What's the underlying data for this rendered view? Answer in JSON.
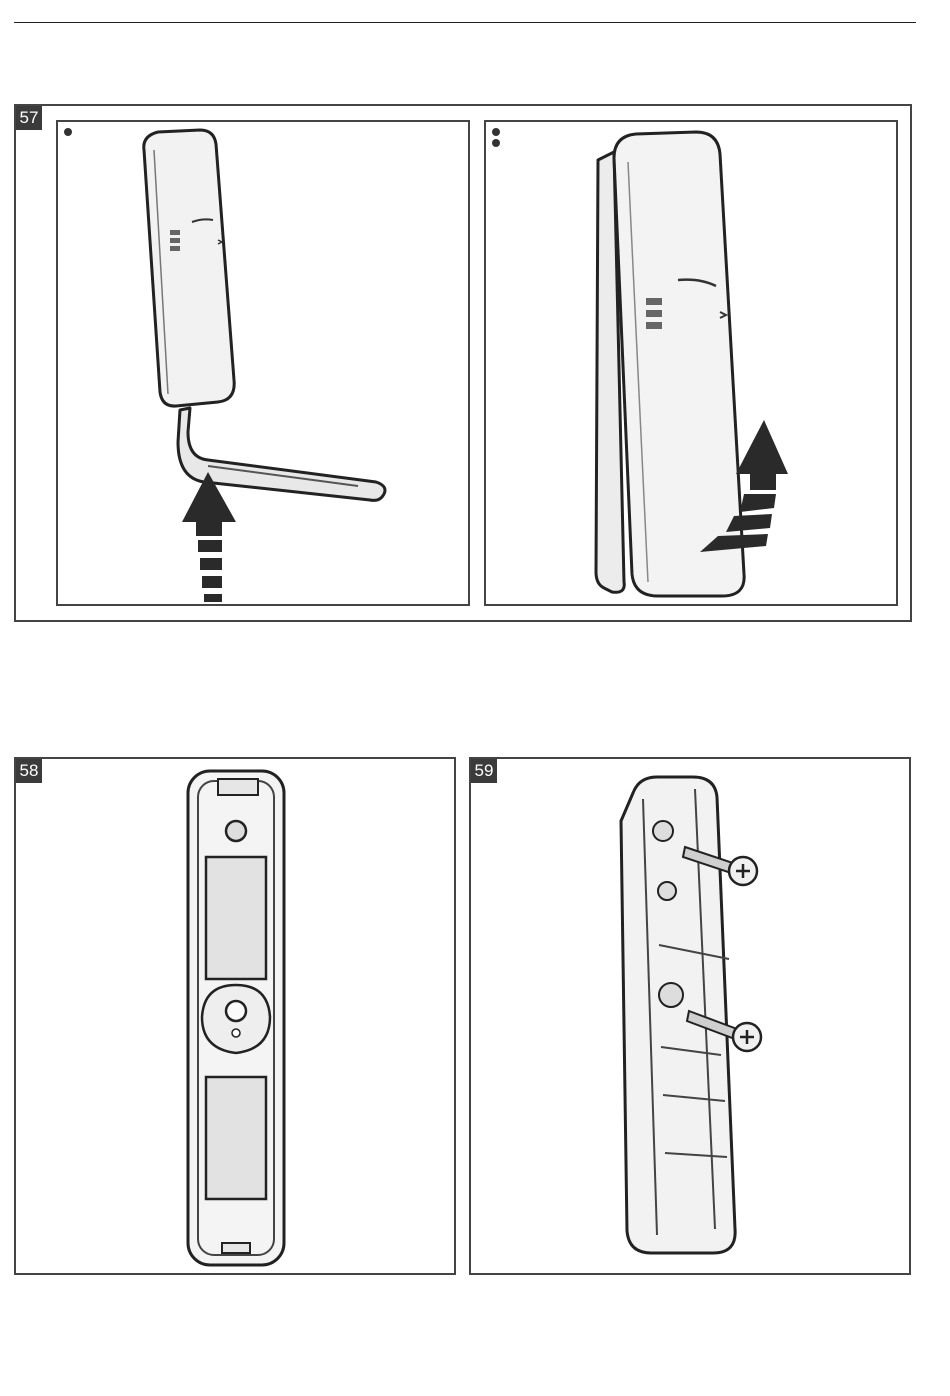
{
  "figures": [
    {
      "number": "57",
      "steps": [
        {
          "step_dots": 1,
          "illustration": "detector-with-hex-key-icon",
          "arrow": "up-arrow-icon"
        },
        {
          "step_dots": 2,
          "illustration": "detector-cover-slide-icon",
          "arrow": "up-arrow-icon"
        }
      ]
    },
    {
      "number": "58",
      "illustration": "detector-base-front-icon"
    },
    {
      "number": "59",
      "illustration": "detector-base-screws-icon"
    }
  ],
  "colors": {
    "frame": "#444444",
    "badge_bg": "#3b3b3b",
    "badge_text": "#ffffff",
    "device_fill": "#f2f2f2"
  }
}
